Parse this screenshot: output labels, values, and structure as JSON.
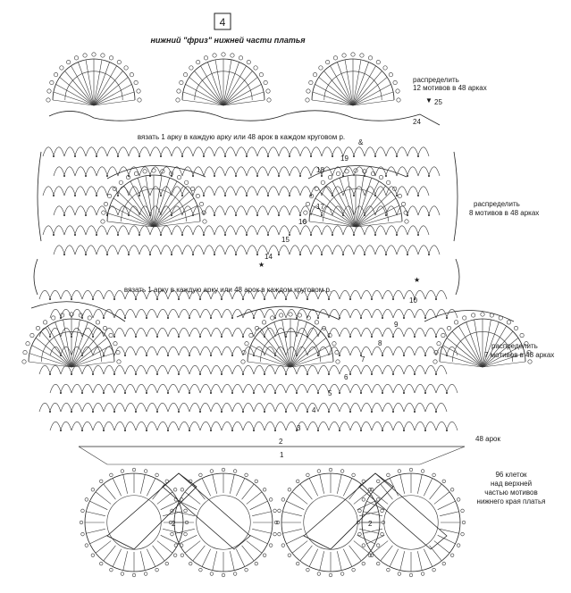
{
  "diagram_number": "4",
  "title": "нижний \"фриз\" нижней части платья",
  "notes": {
    "top_right_1": "распределить",
    "top_right_2": "12 мотивов в 48 арках",
    "band1_instruction": "вязать 1 арку в каждую арку или 48 арок в каждом круговом р.",
    "mid_right_1": "распределить",
    "mid_right_2": "8 мотивов в 48 арках",
    "band2_instruction": "вязать 1 арку в каждую арку или 48 арок в каждом круговом р.",
    "low_right_1": "распределить",
    "low_right_2": "7 мотивов в 48 арках",
    "arches_label": "48 арок",
    "bottom_right_1": "96 клеток",
    "bottom_right_2": "над верхней",
    "bottom_right_3": "частью мотивов",
    "bottom_right_4": "нижнего края платья"
  },
  "row_numbers": {
    "r1": "1",
    "r2": "2",
    "r3": "3",
    "r4": "4",
    "r5": "5",
    "r6": "6",
    "r7": "7",
    "r8": "8",
    "r9": "9",
    "r10": "10",
    "r14": "14",
    "r15": "15",
    "r16": "16",
    "r17": "17",
    "r18": "18",
    "r19": "19",
    "r24": "24",
    "r25": "25",
    "motif_a": "2",
    "motif_b": "2"
  },
  "symbols": {
    "star_1": "★",
    "star_2": "★",
    "ampersand": "&",
    "arrow_down": "▼"
  }
}
